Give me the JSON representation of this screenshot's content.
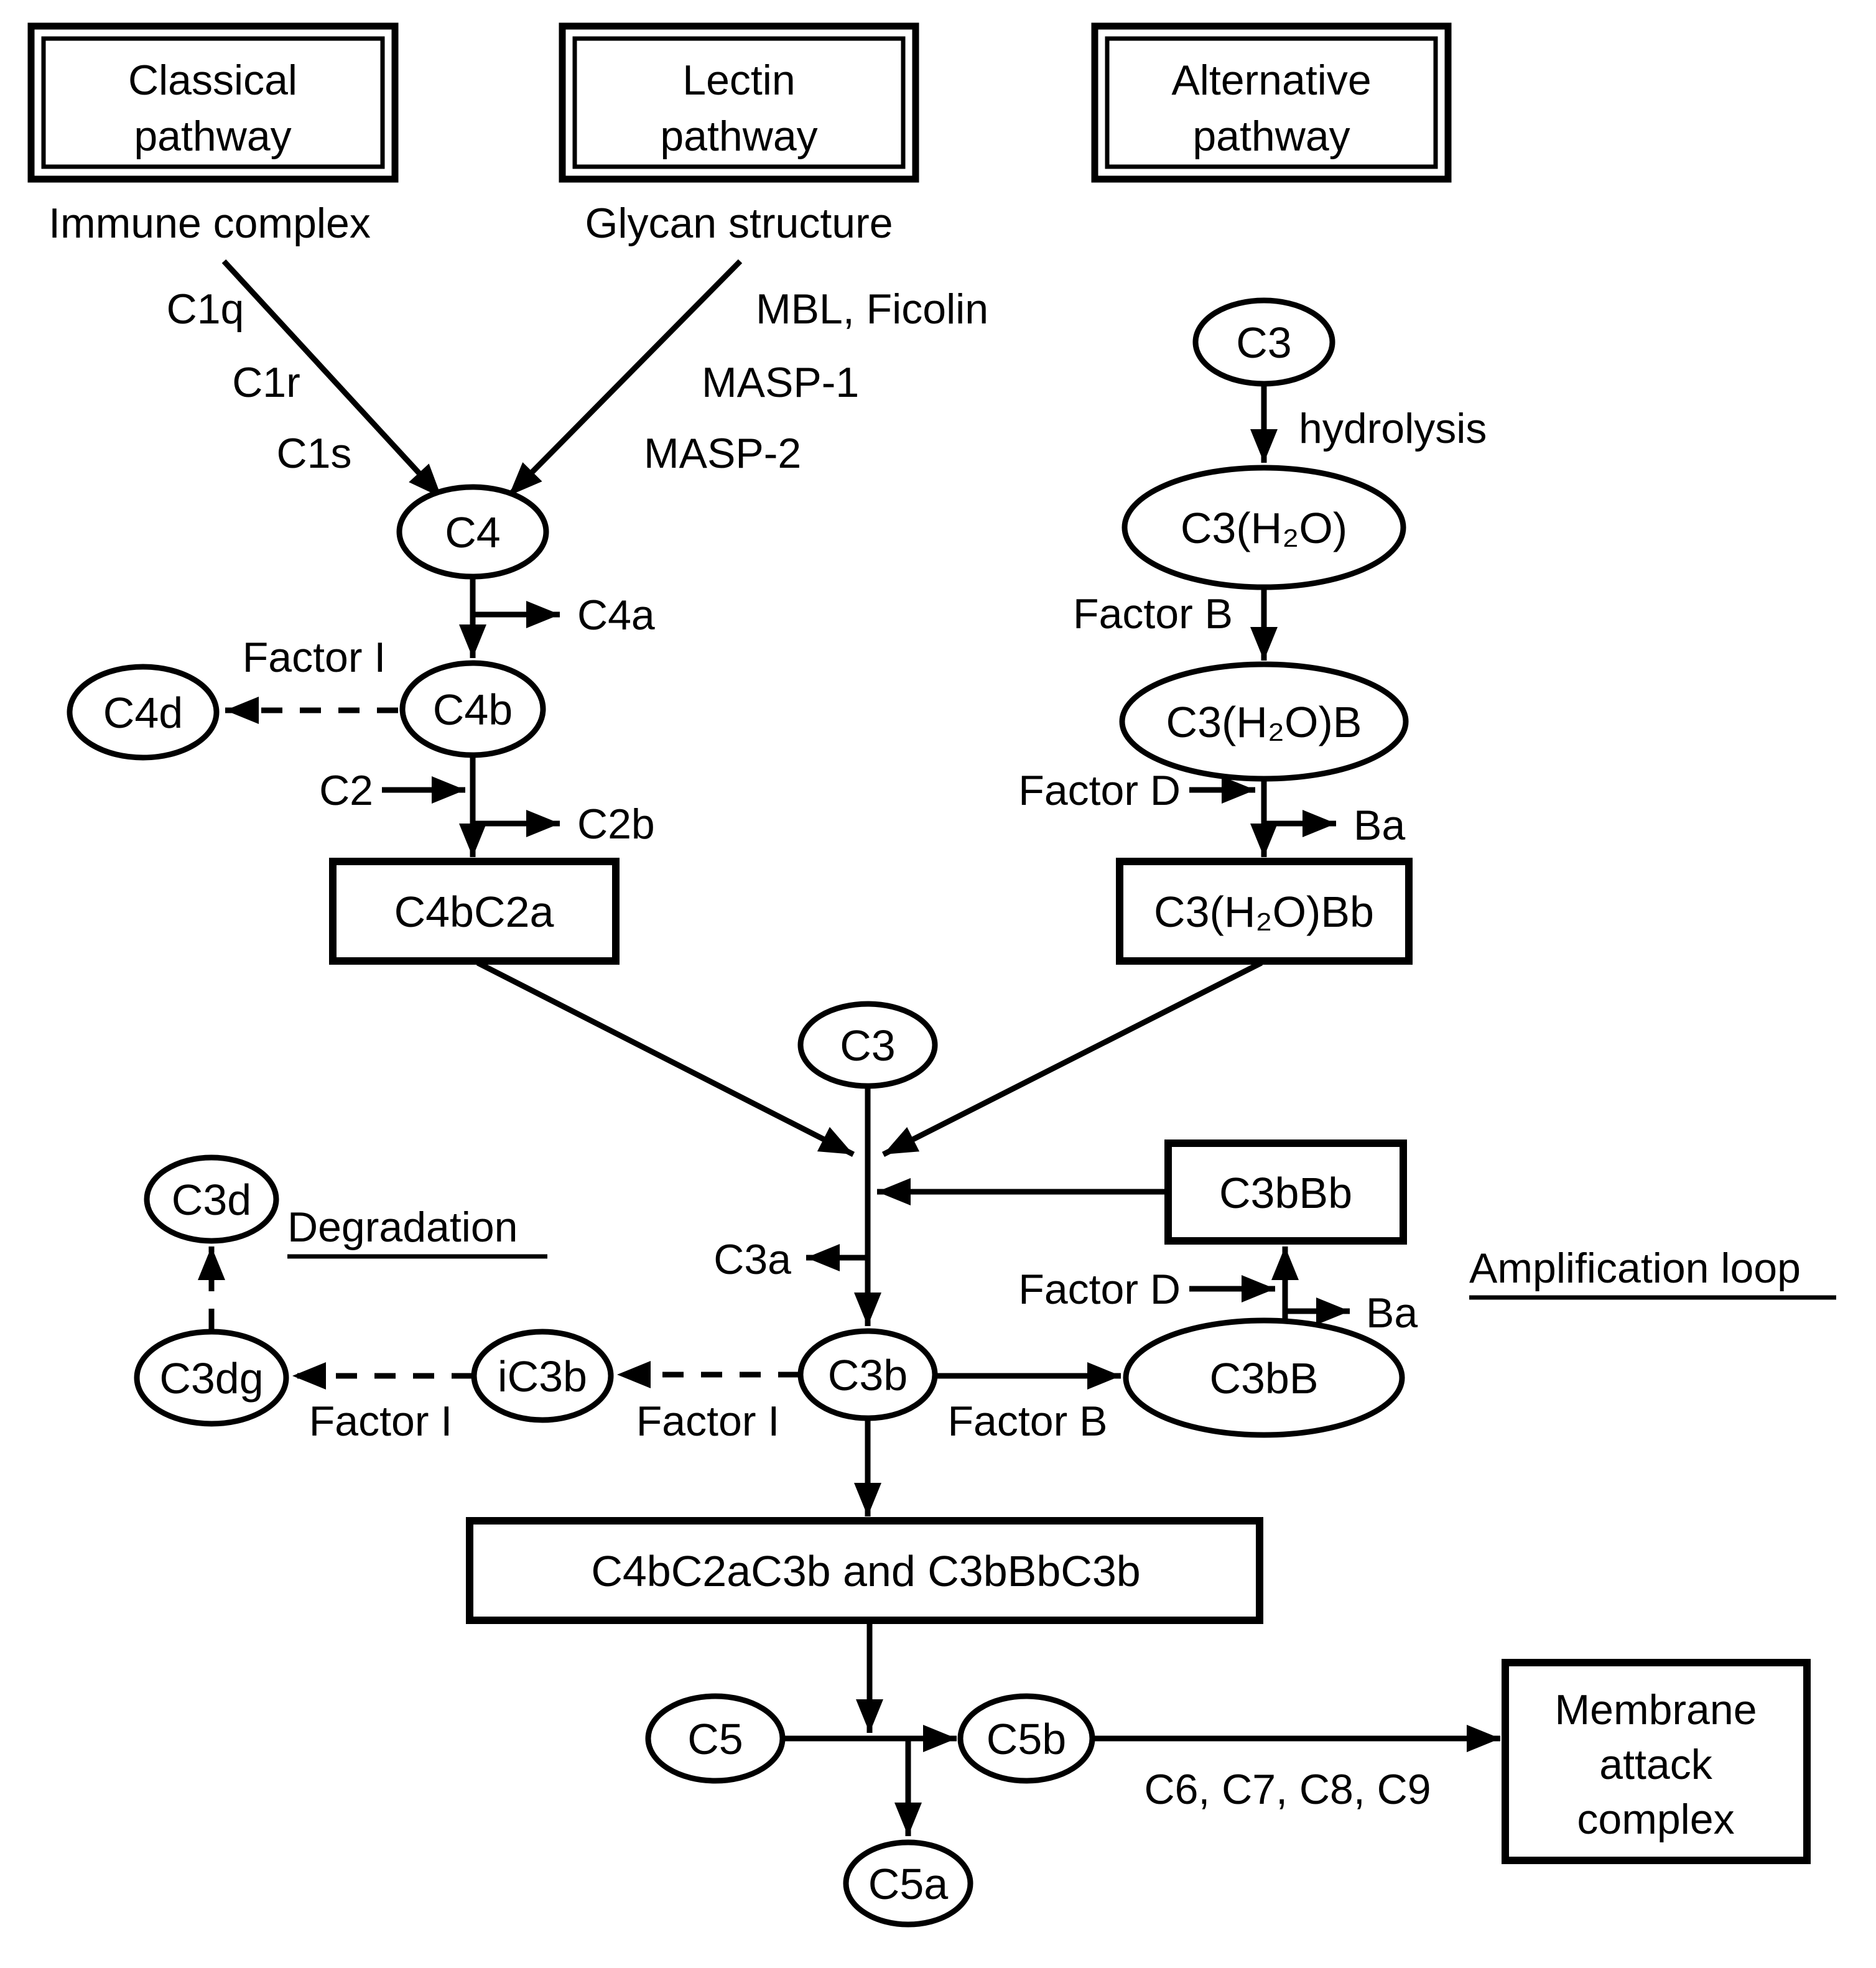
{
  "headers": {
    "classical": {
      "line1": "Classical",
      "line2": "pathway"
    },
    "lectin": {
      "line1": "Lectin",
      "line2": "pathway"
    },
    "alternative": {
      "line1": "Alternative",
      "line2": "pathway"
    }
  },
  "classical": {
    "trigger": "Immune complex",
    "c1q": "C1q",
    "c1r": "C1r",
    "c1s": "C1s",
    "c4": "C4",
    "c4a": "C4a",
    "factor_i": "Factor I",
    "c4d": "C4d",
    "c4b": "C4b",
    "c2": "C2",
    "c2b": "C2b",
    "c4bc2a": "C4bC2a"
  },
  "lectin": {
    "trigger": "Glycan structure",
    "mbl_ficolin": "MBL, Ficolin",
    "masp1": "MASP-1",
    "masp2": "MASP-2"
  },
  "alternative": {
    "c3": "C3",
    "hydrolysis": "hydrolysis",
    "c3h2o": "C3(H₂O)",
    "factor_b": "Factor B",
    "c3h2ob": "C3(H₂O)B",
    "factor_d": "Factor D",
    "ba": "Ba",
    "c3h2obb": "C3(H₂O)Bb"
  },
  "central": {
    "c3": "C3",
    "c3a": "C3a",
    "c3b": "C3b",
    "c3bbb": "C3bBb",
    "factor_d": "Factor D",
    "ba": "Ba",
    "c3bb": "C3bB",
    "factor_b": "Factor B",
    "amplification_loop": "Amplification loop"
  },
  "degradation": {
    "title": "Degradation",
    "factor_i_c3b": "Factor I",
    "ic3b": "iC3b",
    "factor_i_ic3b": "Factor I",
    "c3dg": "C3dg",
    "c3d": "C3d"
  },
  "terminal": {
    "convertases": "C4bC2aC3b and C3bBbC3b",
    "c5": "C5",
    "c5b": "C5b",
    "c5a": "C5a",
    "components": "C6, C7, C8, C9",
    "mac_line1": "Membrane",
    "mac_line2": "attack",
    "mac_line3": "complex"
  },
  "colors": {
    "ink": "#000000",
    "background": "#ffffff"
  }
}
